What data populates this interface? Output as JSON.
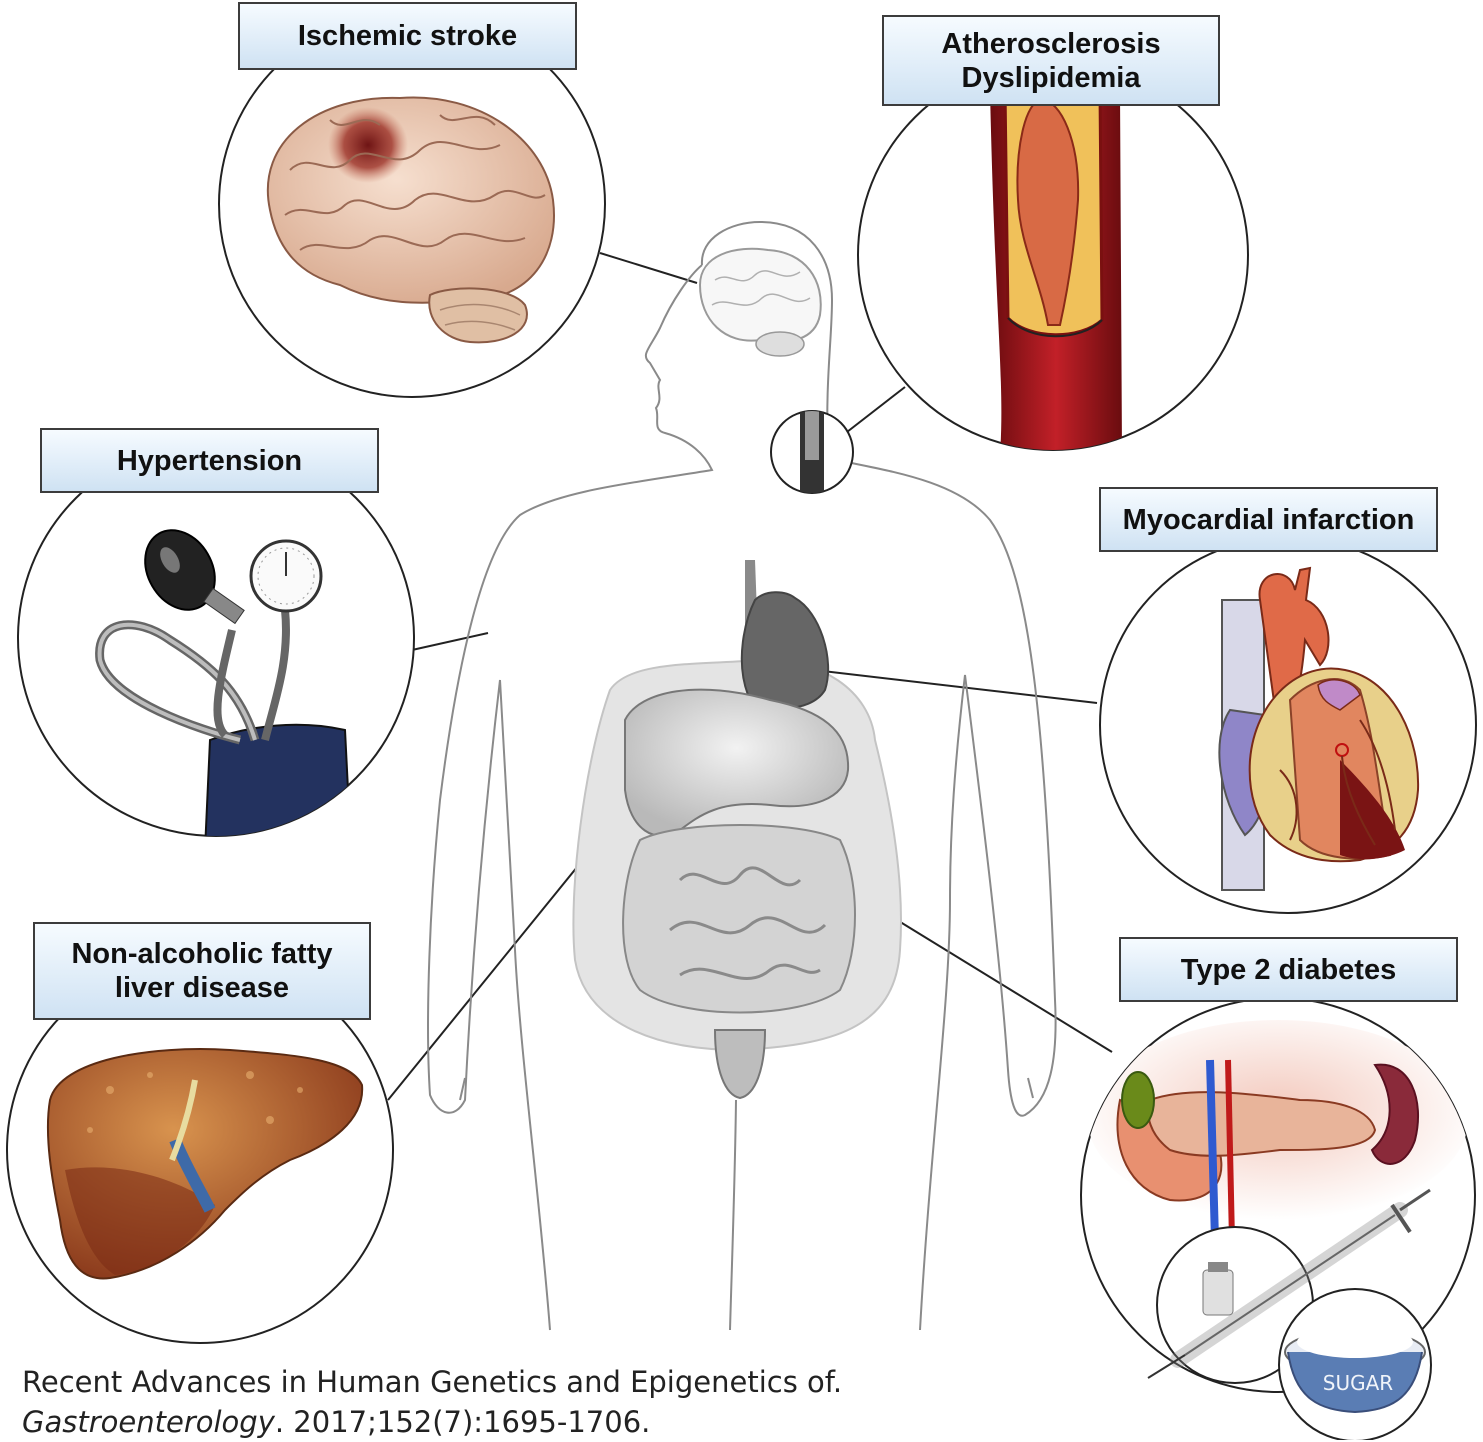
{
  "labels": {
    "ischemic_stroke": "Ischemic stroke",
    "atherosclerosis": "Atherosclerosis",
    "dyslipidemia": "Dyslipidemia",
    "hypertension": "Hypertension",
    "myocardial_infarction": "Myocardial infarction",
    "nafld_line1": "Non-alcoholic fatty",
    "nafld_line2": "liver disease",
    "type2_diabetes": "Type 2 diabetes"
  },
  "sugar_bowl_text": "SUGAR",
  "citation": {
    "line1": "Recent Advances in Human Genetics and Epigenetics of.",
    "journal": "Gastroenterology",
    "rest": ". 2017;152(7):1695-1706."
  },
  "colors": {
    "label_top": "#f6fbff",
    "label_bottom": "#cfe2f3",
    "outline": "#3c3c3c",
    "artery_red": "#a8161c",
    "plaque_yellow": "#f0c15a",
    "cuff_blue": "#23325f",
    "liver_brown": "#a9552a"
  },
  "icons": [
    "brain-icon",
    "artery-icon",
    "blood-pressure-cuff-icon",
    "heart-icon",
    "liver-icon",
    "pancreas-icon",
    "syringe-icon",
    "sugar-bowl-icon",
    "body-silhouette-icon"
  ]
}
